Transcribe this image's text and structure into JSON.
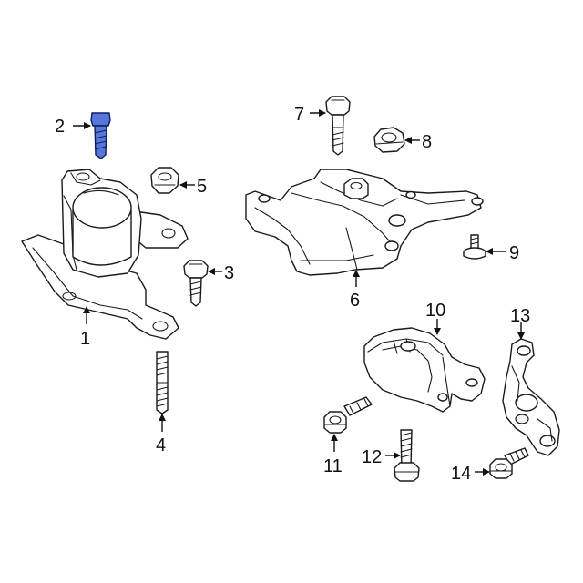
{
  "colors": {
    "highlight": "#5577d6",
    "line": "#1a1a1a",
    "background": "#ffffff"
  },
  "callouts": {
    "c1": "1",
    "c2": "2",
    "c3": "3",
    "c4": "4",
    "c5": "5",
    "c6": "6",
    "c7": "7",
    "c8": "8",
    "c9": "9",
    "c10": "10",
    "c11": "11",
    "c12": "12",
    "c13": "13",
    "c14": "14"
  }
}
